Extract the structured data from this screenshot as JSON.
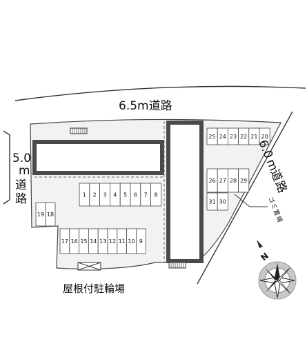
{
  "roads": {
    "top": "6.5m道路",
    "left": [
      "5.0",
      "m",
      "道",
      "路"
    ],
    "right": [
      "6.0",
      "m",
      "道",
      "路"
    ]
  },
  "parking": {
    "row_middle": [
      "1",
      "2",
      "3",
      "4",
      "5",
      "6",
      "7",
      "8"
    ],
    "row_bottom": [
      "17",
      "16",
      "15",
      "14",
      "13",
      "12",
      "11",
      "10",
      "9"
    ],
    "left_pair": [
      "19",
      "18"
    ],
    "right_top": [
      "25",
      "24",
      "23",
      "22",
      "21",
      "20"
    ],
    "right_mid": [
      "26",
      "27",
      "28",
      "29"
    ],
    "right_low": [
      "31",
      "30"
    ]
  },
  "labels": {
    "garbage": [
      "ゴ",
      "ミ",
      "置",
      "場"
    ],
    "bicycle": "屋根付駐輪場",
    "north": "N"
  },
  "colors": {
    "lot_fill": "#f2f2f2",
    "building_border": "#4a4a4a",
    "line": "#333333"
  },
  "icons": [
    "compass-icon",
    "stairs-icon",
    "bicycle-shed-icon"
  ]
}
